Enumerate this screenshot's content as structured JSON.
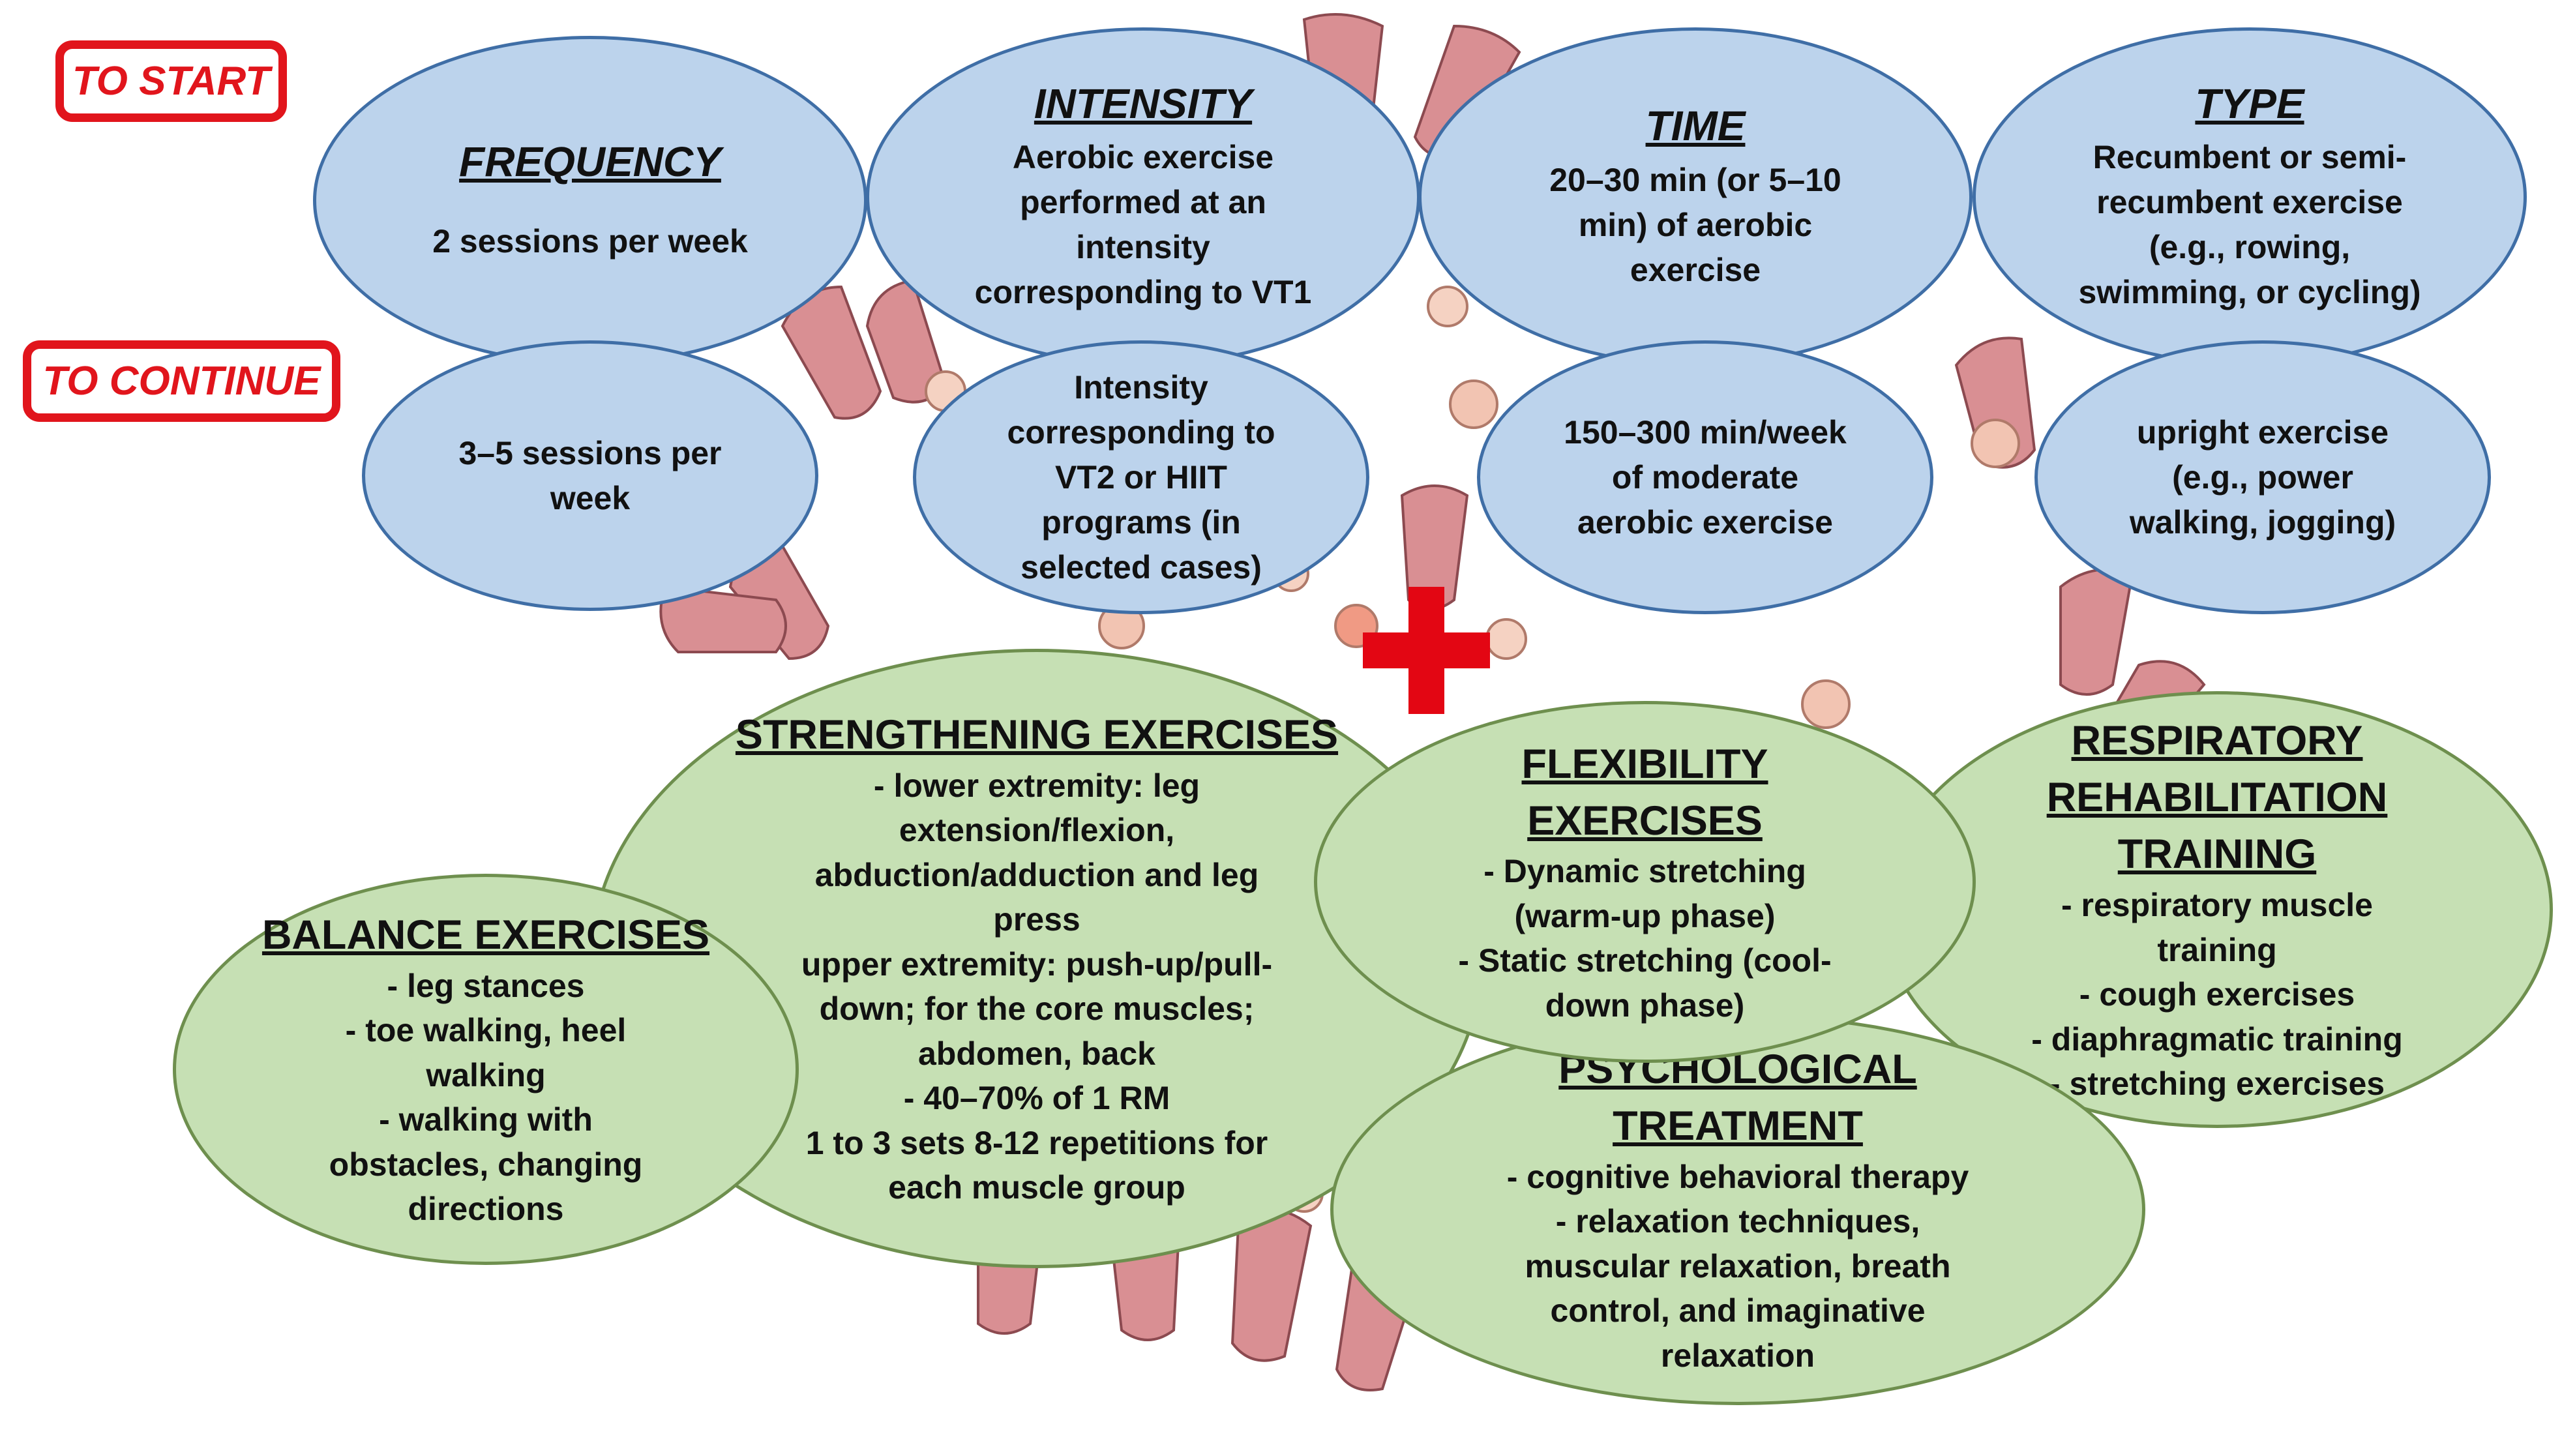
{
  "tags": {
    "start": "TO START",
    "continue": "TO CONTINUE"
  },
  "colors": {
    "tag_red": "#e1151c",
    "blue_fill": "#bcd3ec",
    "green_fill": "#c6e0b4",
    "cross_red": "#e30613"
  },
  "fitt": {
    "frequency": {
      "title": "FREQUENCY",
      "start": "2 sessions per week",
      "continue": "3–5 sessions per week"
    },
    "intensity": {
      "title": "INTENSITY",
      "start": "Aerobic exercise performed at an intensity corresponding to VT1",
      "continue": "Intensity corresponding to VT2 or HIIT programs (in selected cases)"
    },
    "time": {
      "title": "TIME",
      "start": "20–30 min (or 5–10 min) of aerobic exercise",
      "continue": "150–300 min/week of moderate aerobic exercise"
    },
    "type": {
      "title": "TYPE",
      "start": "Recumbent or semi-recumbent exercise (e.g., rowing, swimming, or cycling)",
      "continue": "upright exercise (e.g., power walking, jogging)"
    }
  },
  "icons": {
    "plus": "plus-cross-icon",
    "background": "coronavirus-illustration"
  },
  "components": {
    "strengthening": {
      "title": "STRENGTHENING EXERCISES",
      "lines": [
        "- lower extremity: leg",
        "extension/flexion,",
        "abduction/adduction and leg",
        "press",
        "upper extremity: push-up/pull-",
        "down; for the core muscles;",
        "abdomen, back",
        "- 40–70% of 1 RM",
        "1 to 3 sets 8-12 repetitions for",
        "each muscle group"
      ]
    },
    "balance": {
      "title": "BALANCE EXERCISES",
      "lines": [
        "- leg stances",
        "- toe walking, heel",
        "walking",
        "- walking with",
        "obstacles, changing",
        "directions"
      ]
    },
    "flexibility": {
      "title_lines": [
        "FLEXIBILITY",
        "EXERCISES"
      ],
      "lines": [
        "- Dynamic stretching",
        "(warm-up phase)",
        "- Static stretching (cool-",
        "down phase)"
      ]
    },
    "respiratory": {
      "title_lines": [
        "RESPIRATORY",
        "REHABILITATION",
        "TRAINING"
      ],
      "lines": [
        "- respiratory muscle",
        "training",
        "- cough exercises",
        "- diaphragmatic training",
        "- stretching exercises"
      ]
    },
    "psychological": {
      "title_lines": [
        "PSYCHOLOGICAL",
        "TREATMENT"
      ],
      "lines": [
        "- cognitive behavioral therapy",
        "- relaxation techniques,",
        "muscular relaxation, breath",
        "control, and imaginative",
        "relaxation"
      ]
    }
  }
}
